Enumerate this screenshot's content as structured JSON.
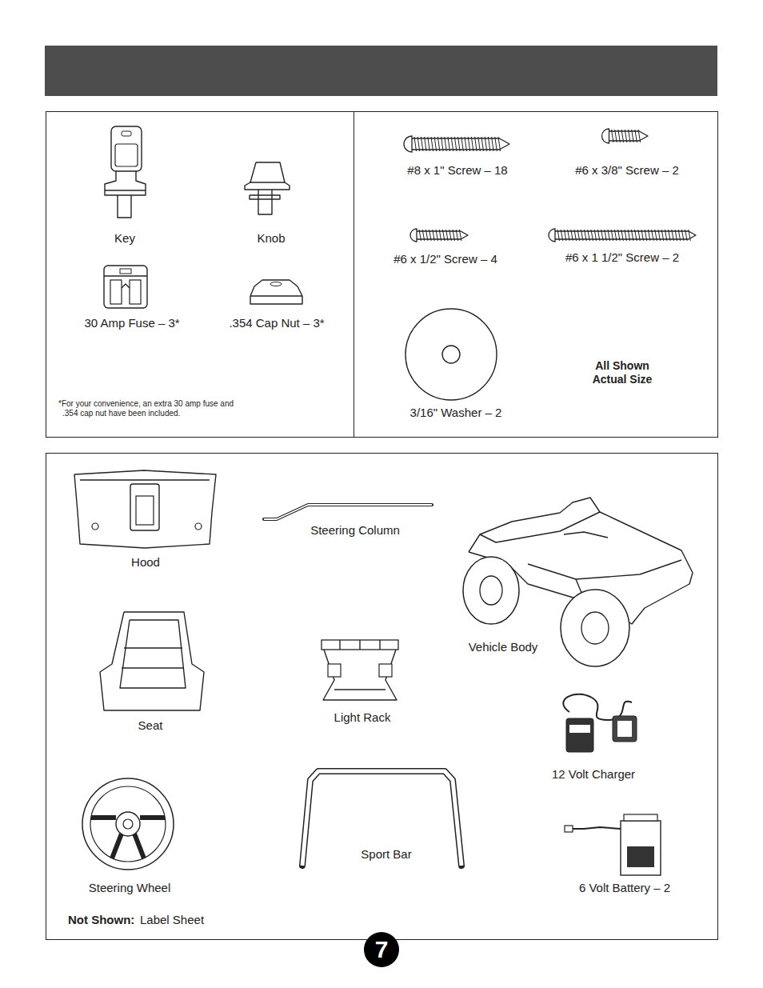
{
  "diagram": {
    "nodes": [
      {
        "text": [
          "Key",
          "Knob",
          "30 Amp Fuse – 3*",
          ".354 Cap Nut – 3*",
          "*For your convenience, an extra 30 amp fuse and .354 cap nut have been included."
        ]
      },
      {
        "text": [
          "#8 x 1\" Screw – 18",
          "#6 x 3/8\" Screw – 2",
          "#6 x 1/2\" Screw – 4",
          "#6 x 1 1/2\" Screw – 2",
          "All Shown Actual Size",
          "3/16\" Washer – 2"
        ]
      },
      {
        "text": [
          "Hood",
          "Steering Column",
          "Vehicle Body",
          "Seat",
          "Light Rack",
          "12 Volt Charger",
          "Steering Wheel",
          "Sport Bar",
          "6 Volt Battery – 2",
          "Not Shown:",
          "Label Sheet"
        ]
      },
      {
        "text": [
          "7"
        ]
      }
    ]
  }
}
